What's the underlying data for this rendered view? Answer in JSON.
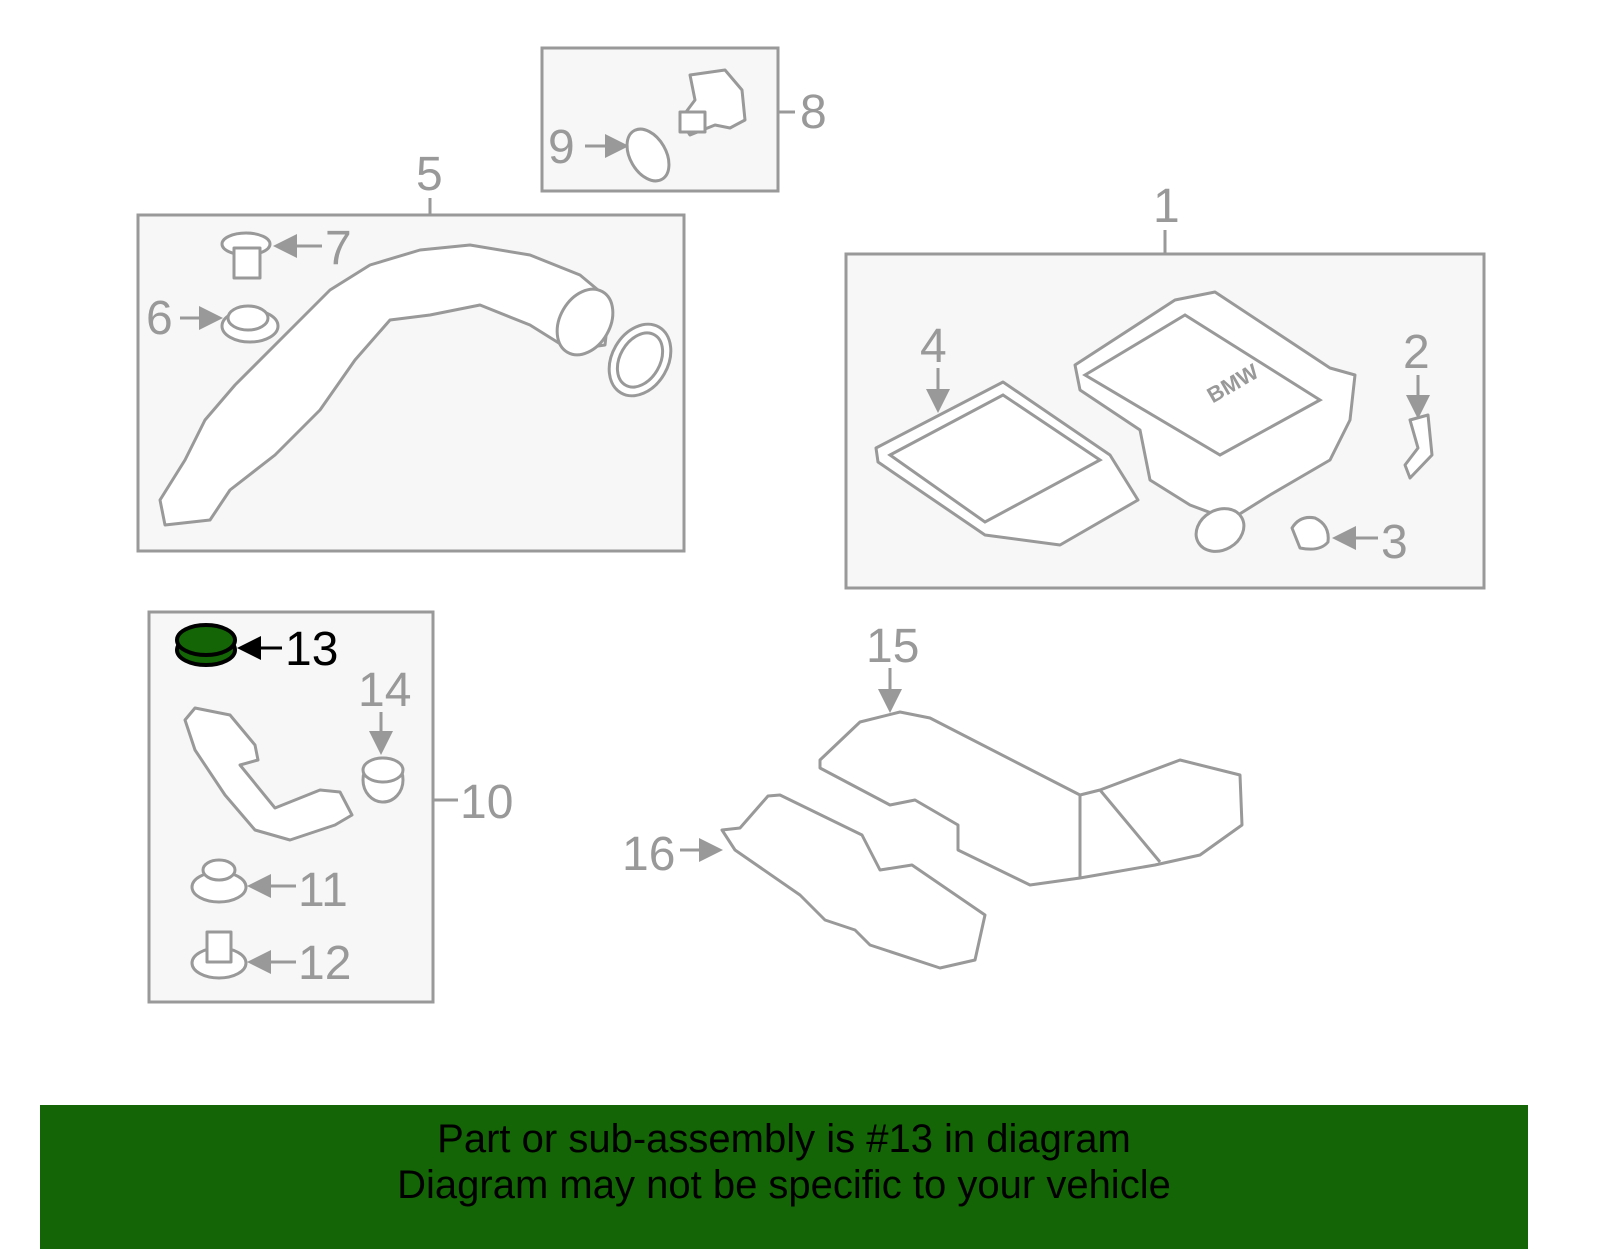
{
  "callouts": {
    "n1": "1",
    "n2": "2",
    "n3": "3",
    "n4": "4",
    "n5": "5",
    "n6": "6",
    "n7": "7",
    "n8": "8",
    "n9": "9",
    "n10": "10",
    "n11": "11",
    "n12": "12",
    "n13": "13",
    "n14": "14",
    "n15": "15",
    "n16": "16"
  },
  "logo_text": "BMW",
  "highlight": {
    "part": "13",
    "color": "#136505"
  },
  "banner": {
    "line1": "Part or sub-assembly is #13 in diagram",
    "line2": "Diagram may not be specific to your vehicle",
    "color": "#136505"
  }
}
